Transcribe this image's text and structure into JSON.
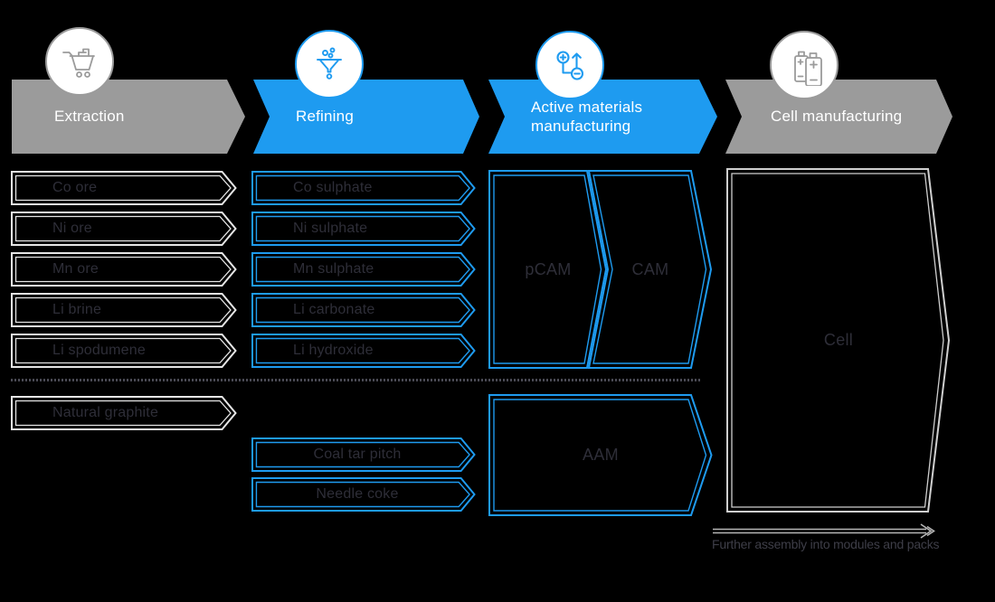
{
  "figure": {
    "stages": [
      {
        "label": "Extraction",
        "icon": "mining-cart-icon",
        "style": "gray"
      },
      {
        "label": "Refining",
        "icon": "funnel-icon",
        "style": "blue"
      },
      {
        "label": "Active materials manufacturing",
        "icon": "charge-route-icon",
        "style": "blue"
      },
      {
        "label": "Cell manufacturing",
        "icon": "batteries-icon",
        "style": "gray"
      }
    ],
    "extraction": {
      "items": [
        "Co ore",
        "Ni ore",
        "Mn ore",
        "Li brine",
        "Li spodumene"
      ],
      "lower_items": [
        "Natural graphite"
      ]
    },
    "refining": {
      "items": [
        "Co sulphate",
        "Ni sulphate",
        "Mn sulphate",
        "Li carbonate",
        "Li hydroxide"
      ],
      "lower_items": [
        "Coal tar pitch",
        "Needle coke"
      ]
    },
    "active_materials": {
      "blocks": [
        "pCAM",
        "CAM"
      ],
      "lower_blocks": [
        "AAM"
      ]
    },
    "cell_manufacturing": {
      "blocks": [
        "Cell"
      ]
    },
    "footer": {
      "caption": "Further assembly into modules and packs"
    }
  },
  "colors": {
    "background": "#000000",
    "accent_blue": "#1e9bf0",
    "banner_gray": "#9b9b9b",
    "banner_text": "#ffffff",
    "box_outline_light": "#e6e6e6",
    "cell_outline": "#cfcfcf",
    "dark_label_text": "#2e2e38",
    "divider_dots": "#4b4b55",
    "assembly_arrow": "#b5b5b5"
  }
}
